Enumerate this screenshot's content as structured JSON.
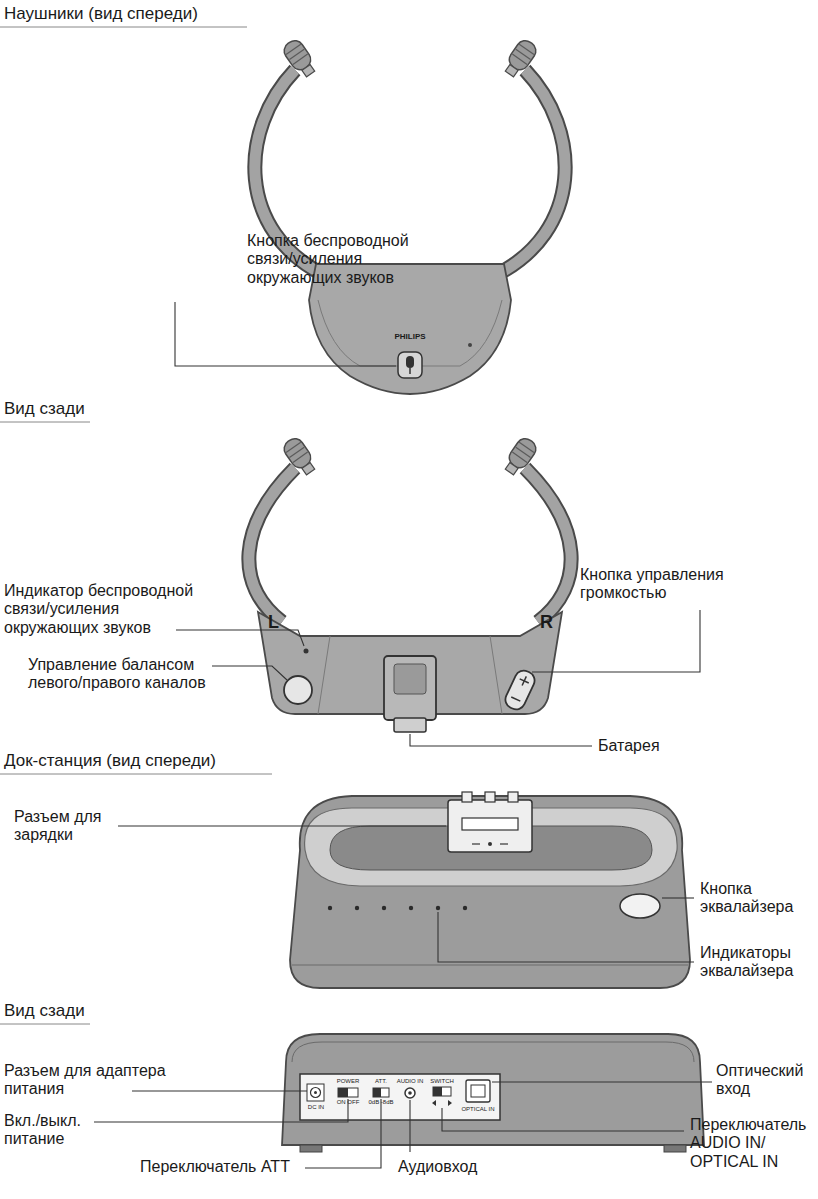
{
  "diagram": {
    "labels": [
      "Наушники (вид спереди)",
      "PHILIPS",
      "Кнопка беспроводной связи/усиления окружающих звуков",
      "Вид сзади",
      "Индикатор беспроводной связи/усиления окружающих звуков",
      "L",
      "R",
      "Управление балансом левого/правого каналов",
      "Кнопка управления громкостью",
      "Батарея",
      "Док-станция (вид спереди)",
      "Разъем для зарядки",
      "Кнопка эквалайзера",
      "Индикаторы эквалайзера",
      "Вид сзади",
      "Разъем для адаптера питания",
      "DC IN",
      "POWER",
      "ON OFF",
      "ATT.",
      "0dB -8dB",
      "AUDIO IN",
      "SWITCH",
      "OPTICAL IN",
      "Вкл./выкл. питание",
      "Переключатель ATT",
      "Аудиовход",
      "Оптический вход",
      "Переключатель AUDIO IN/ OPTICAL IN"
    ]
  }
}
